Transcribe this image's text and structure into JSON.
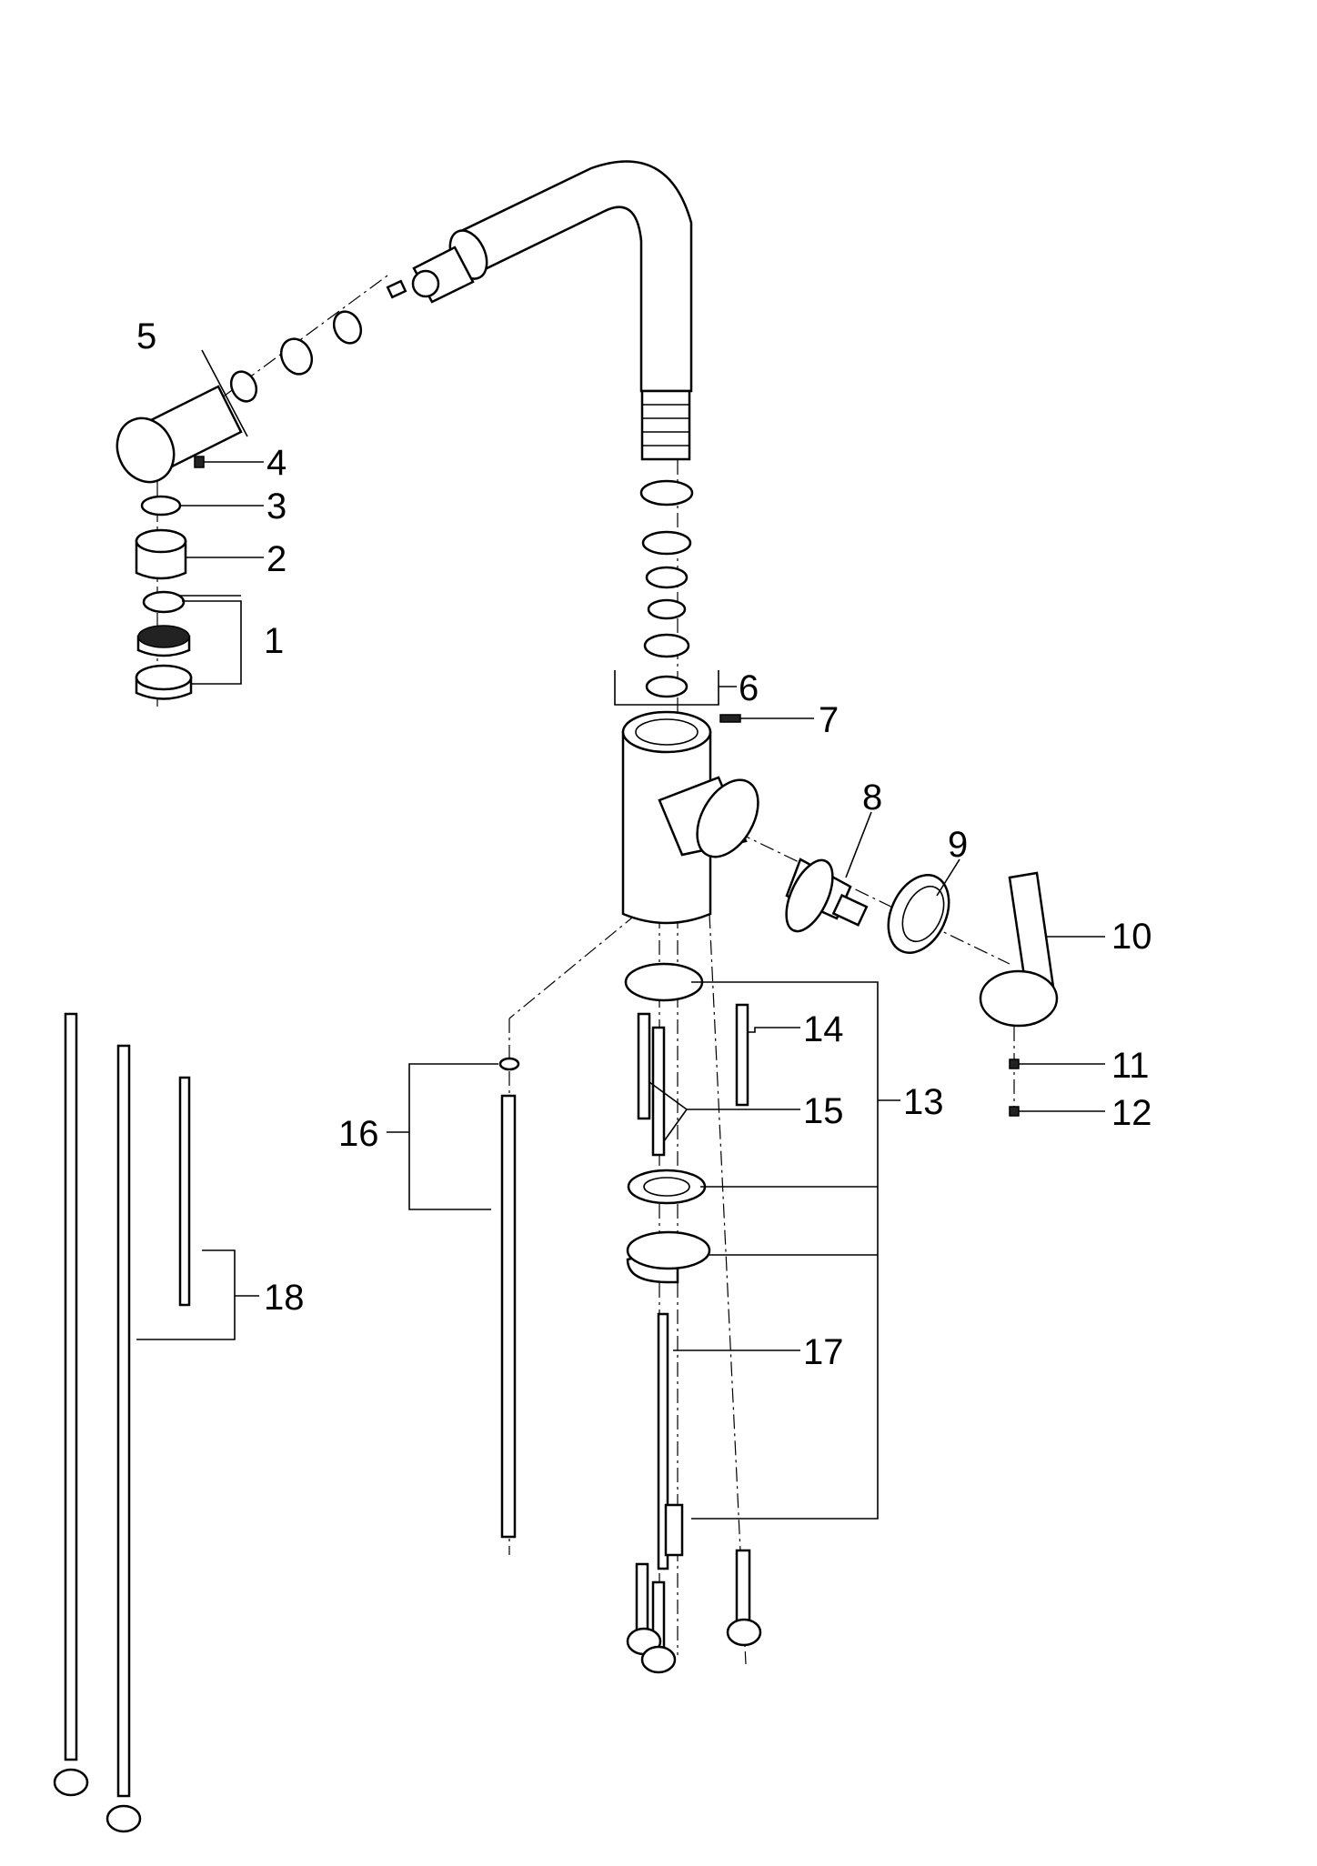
{
  "diagram": {
    "kind": "exploded-parts-view",
    "colors": {
      "line": "#000000",
      "background": "#ffffff"
    },
    "callouts": [
      {
        "id": "c1",
        "label": "1"
      },
      {
        "id": "c2",
        "label": "2"
      },
      {
        "id": "c3",
        "label": "3"
      },
      {
        "id": "c4",
        "label": "4"
      },
      {
        "id": "c5",
        "label": "5"
      },
      {
        "id": "c6",
        "label": "6"
      },
      {
        "id": "c7",
        "label": "7"
      },
      {
        "id": "c8",
        "label": "8"
      },
      {
        "id": "c9",
        "label": "9"
      },
      {
        "id": "c10",
        "label": "10"
      },
      {
        "id": "c11",
        "label": "11"
      },
      {
        "id": "c12",
        "label": "12"
      },
      {
        "id": "c13",
        "label": "13"
      },
      {
        "id": "c14",
        "label": "14"
      },
      {
        "id": "c15",
        "label": "15"
      },
      {
        "id": "c16",
        "label": "16"
      },
      {
        "id": "c17",
        "label": "17"
      },
      {
        "id": "c18",
        "label": "18"
      }
    ]
  }
}
